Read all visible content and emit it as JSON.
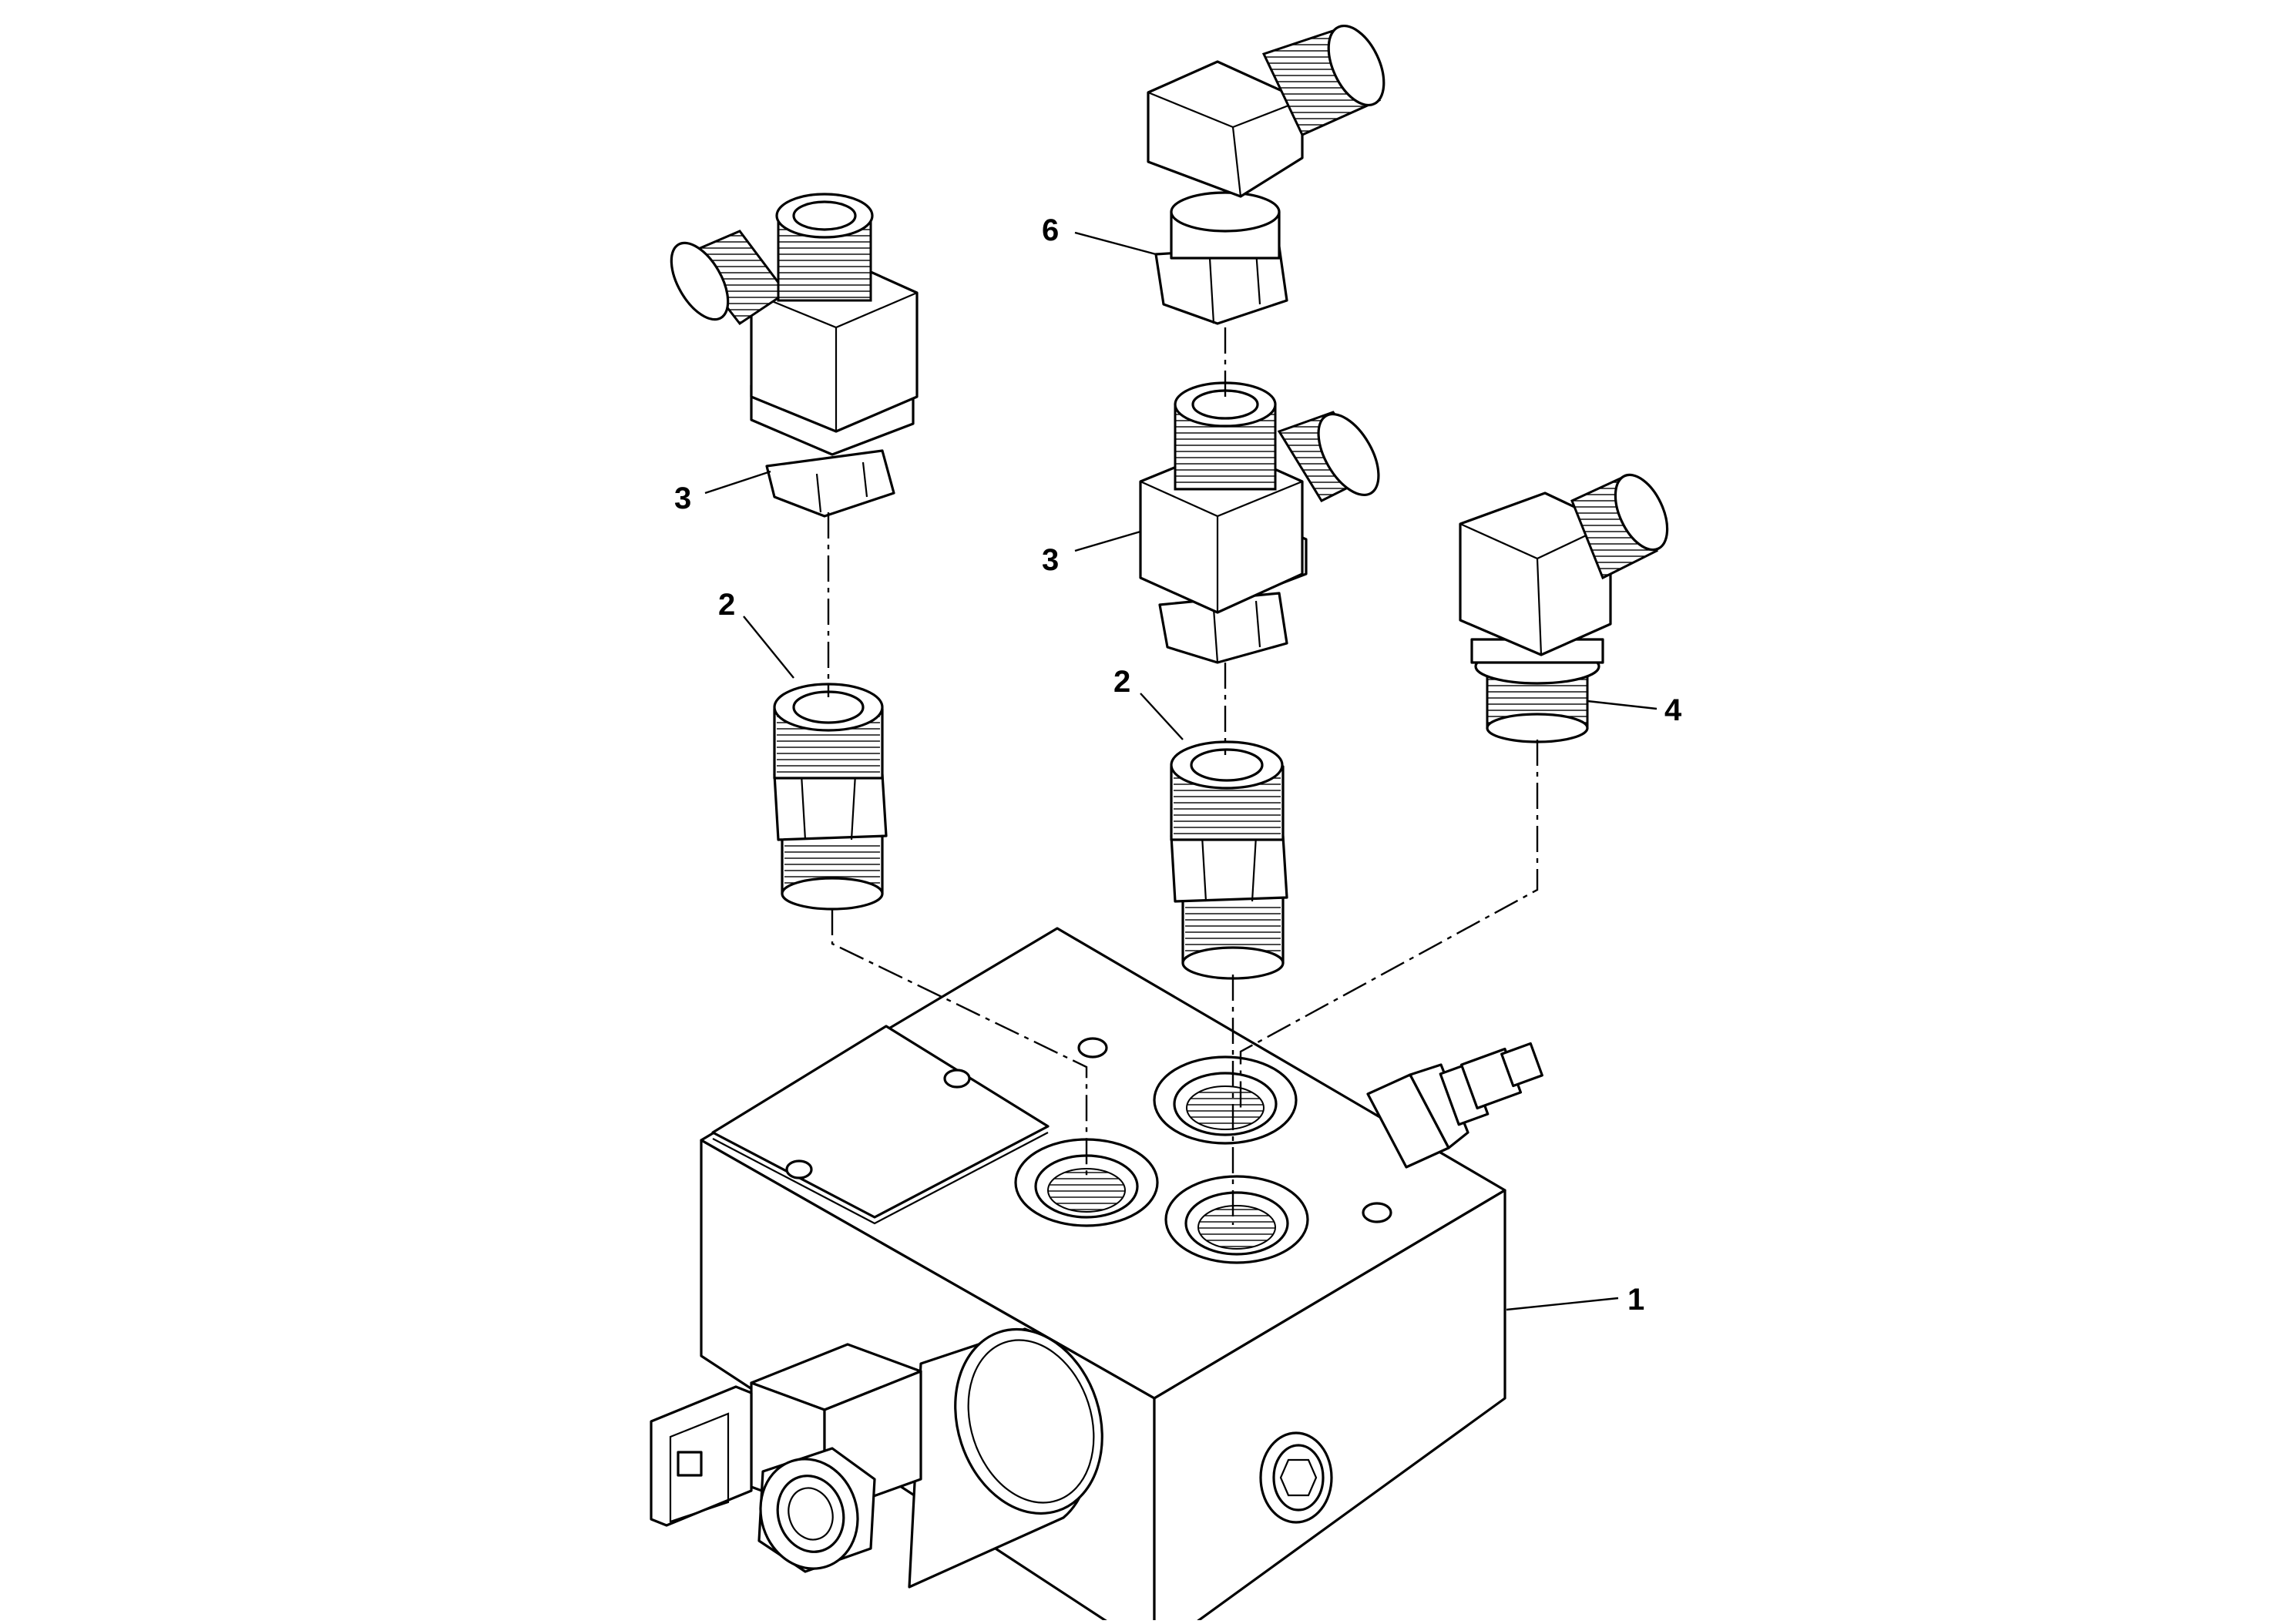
{
  "callouts": {
    "housing": "1",
    "adapter_left": "2",
    "adapter_mid": "2",
    "tee_left": "3",
    "tee_mid": "3",
    "elbow_right": "4",
    "adapter_top": "6"
  },
  "colors": {
    "line": "#000000",
    "background": "#ffffff"
  }
}
